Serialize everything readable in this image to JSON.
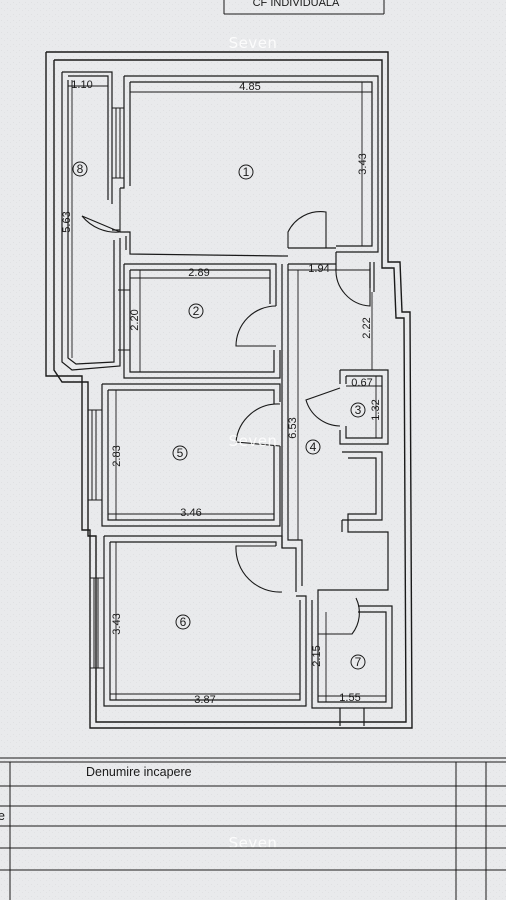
{
  "header": {
    "title": "CF INDIVIDUALA"
  },
  "watermark": "Seven",
  "colors": {
    "paper": "#e9eaec",
    "ink": "#1a1a1a"
  },
  "rooms": [
    {
      "id": "1",
      "dims": [
        "4.85",
        "3.43"
      ]
    },
    {
      "id": "2",
      "dims": [
        "2.89",
        "2.20"
      ]
    },
    {
      "id": "3",
      "dims": [
        "0.67",
        "1.32"
      ]
    },
    {
      "id": "4",
      "dims": [
        "1.94",
        "6.53",
        "2.22"
      ]
    },
    {
      "id": "5",
      "dims": [
        "2.83",
        "3.46"
      ]
    },
    {
      "id": "6",
      "dims": [
        "3.43",
        "3.87"
      ]
    },
    {
      "id": "7",
      "dims": [
        "2.15",
        "1.55"
      ]
    },
    {
      "id": "8",
      "dims": [
        "1.10",
        "5.63"
      ]
    }
  ],
  "table": {
    "column_header": "Denumire incapere",
    "row_marker": "e"
  }
}
